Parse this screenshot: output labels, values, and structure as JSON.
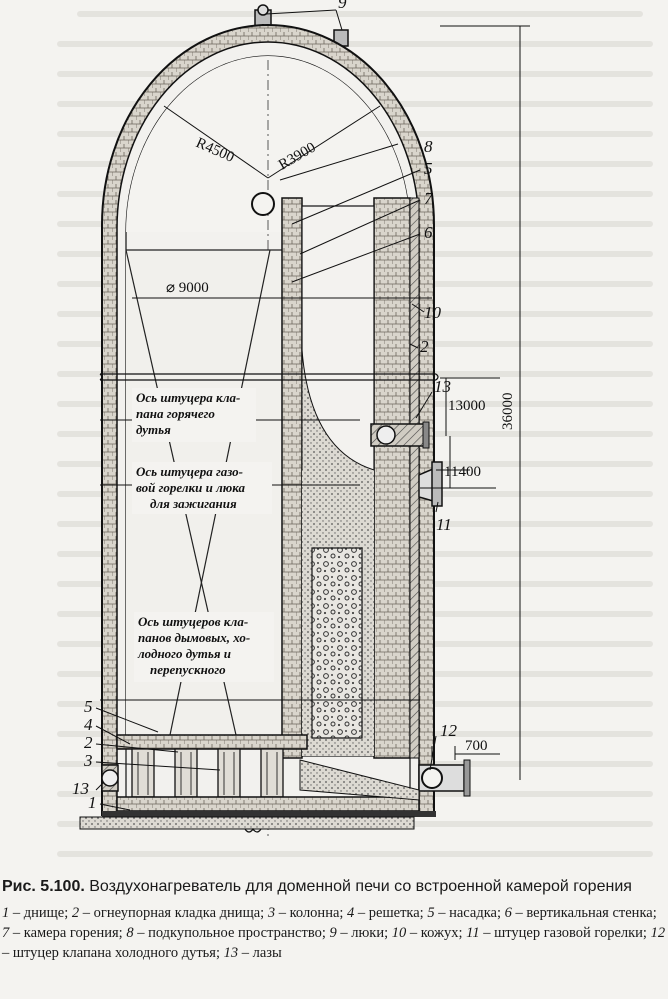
{
  "figure": {
    "number": "Рис. 5.100.",
    "title": "Воздухонагреватель для доменной печи со встроенной камерой горения",
    "legend": [
      {
        "n": "1",
        "text": "днище"
      },
      {
        "n": "2",
        "text": "огнеупорная кладка днища"
      },
      {
        "n": "3",
        "text": "колонна"
      },
      {
        "n": "4",
        "text": "решетка"
      },
      {
        "n": "5",
        "text": "насадка"
      },
      {
        "n": "6",
        "text": "вертикальная стенка"
      },
      {
        "n": "7",
        "text": "камера горения"
      },
      {
        "n": "8",
        "text": "подкупольное пространство"
      },
      {
        "n": "9",
        "text": "люки"
      },
      {
        "n": "10",
        "text": "кожух"
      },
      {
        "n": "11",
        "text": "штуцер газовой горелки"
      },
      {
        "n": "12",
        "text": "штуцер клапана холодного дутья"
      },
      {
        "n": "13",
        "text": "лазы"
      }
    ]
  },
  "diagram": {
    "dims": {
      "r_outer": "R4500",
      "r_inner": "R3900",
      "diameter": "⌀ 9000",
      "height_total": "36000",
      "height_hot": "13000",
      "height_gas": "11400",
      "offset_cold": "700"
    },
    "notes": {
      "hot_blast": [
        "Ось штуцера кла-",
        "пана горячего",
        "дутья"
      ],
      "gas_burner": [
        "Ось штуцера газо-",
        "вой горелки и люка",
        "для зажигания"
      ],
      "smoke": [
        "Ось штуцеров кла-",
        "панов дымовых, хо-",
        "лодного дутья и",
        "перепускного"
      ]
    },
    "callouts": {
      "n1": "1",
      "n2": "2",
      "n3": "3",
      "n4": "4",
      "n5": "5",
      "n6": "6",
      "n7": "7",
      "n8": "8",
      "n9": "9",
      "n10": "10",
      "n11": "11",
      "n12": "12",
      "n13": "13",
      "n2b": "2",
      "n5b": "5",
      "n13b": "13"
    }
  }
}
